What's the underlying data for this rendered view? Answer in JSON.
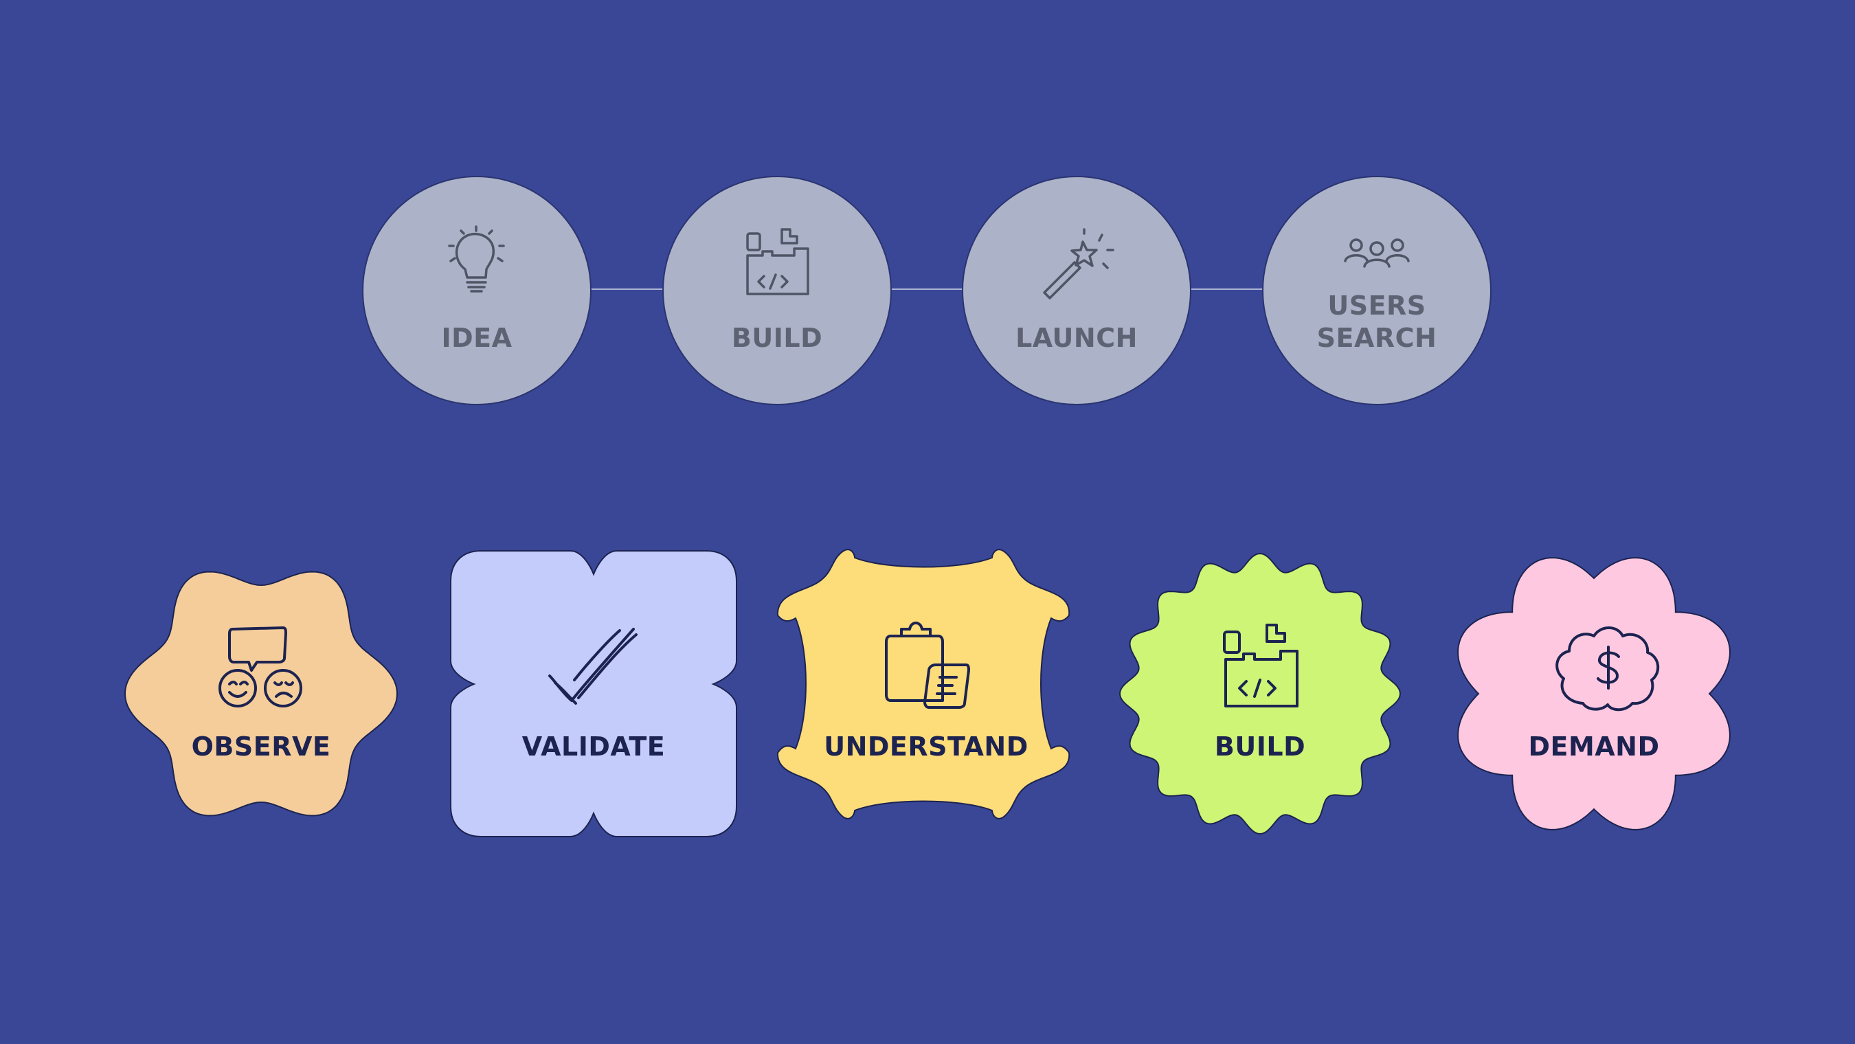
{
  "palette": {
    "background": "#394796",
    "step_circle_fill": "#acb2c8",
    "step_label_color": "#5e6373",
    "shape_outline": "#1c2350",
    "observe_fill": "#f5cd9b",
    "validate_fill": "#c3ccfb",
    "understand_fill": "#fddc7a",
    "build_fill": "#cef575",
    "demand_fill": "#fdc8e0"
  },
  "top_row": {
    "steps": [
      {
        "label": "IDEA",
        "icon": "lightbulb-icon"
      },
      {
        "label": "BUILD",
        "icon": "code-puzzle-icon"
      },
      {
        "label": "LAUNCH",
        "icon": "magic-wand-icon"
      },
      {
        "label_line1": "USERS",
        "label_line2": "SEARCH",
        "icon": "users-group-icon"
      }
    ]
  },
  "bottom_row": {
    "shapes": [
      {
        "label": "OBSERVE",
        "icon": "chat-faces-icon"
      },
      {
        "label": "VALIDATE",
        "icon": "checkmark-icon"
      },
      {
        "label": "UNDERSTAND",
        "icon": "clipboard-notes-icon"
      },
      {
        "label": "BUILD",
        "icon": "code-puzzle-icon"
      },
      {
        "label": "DEMAND",
        "icon": "money-brain-icon"
      }
    ]
  }
}
